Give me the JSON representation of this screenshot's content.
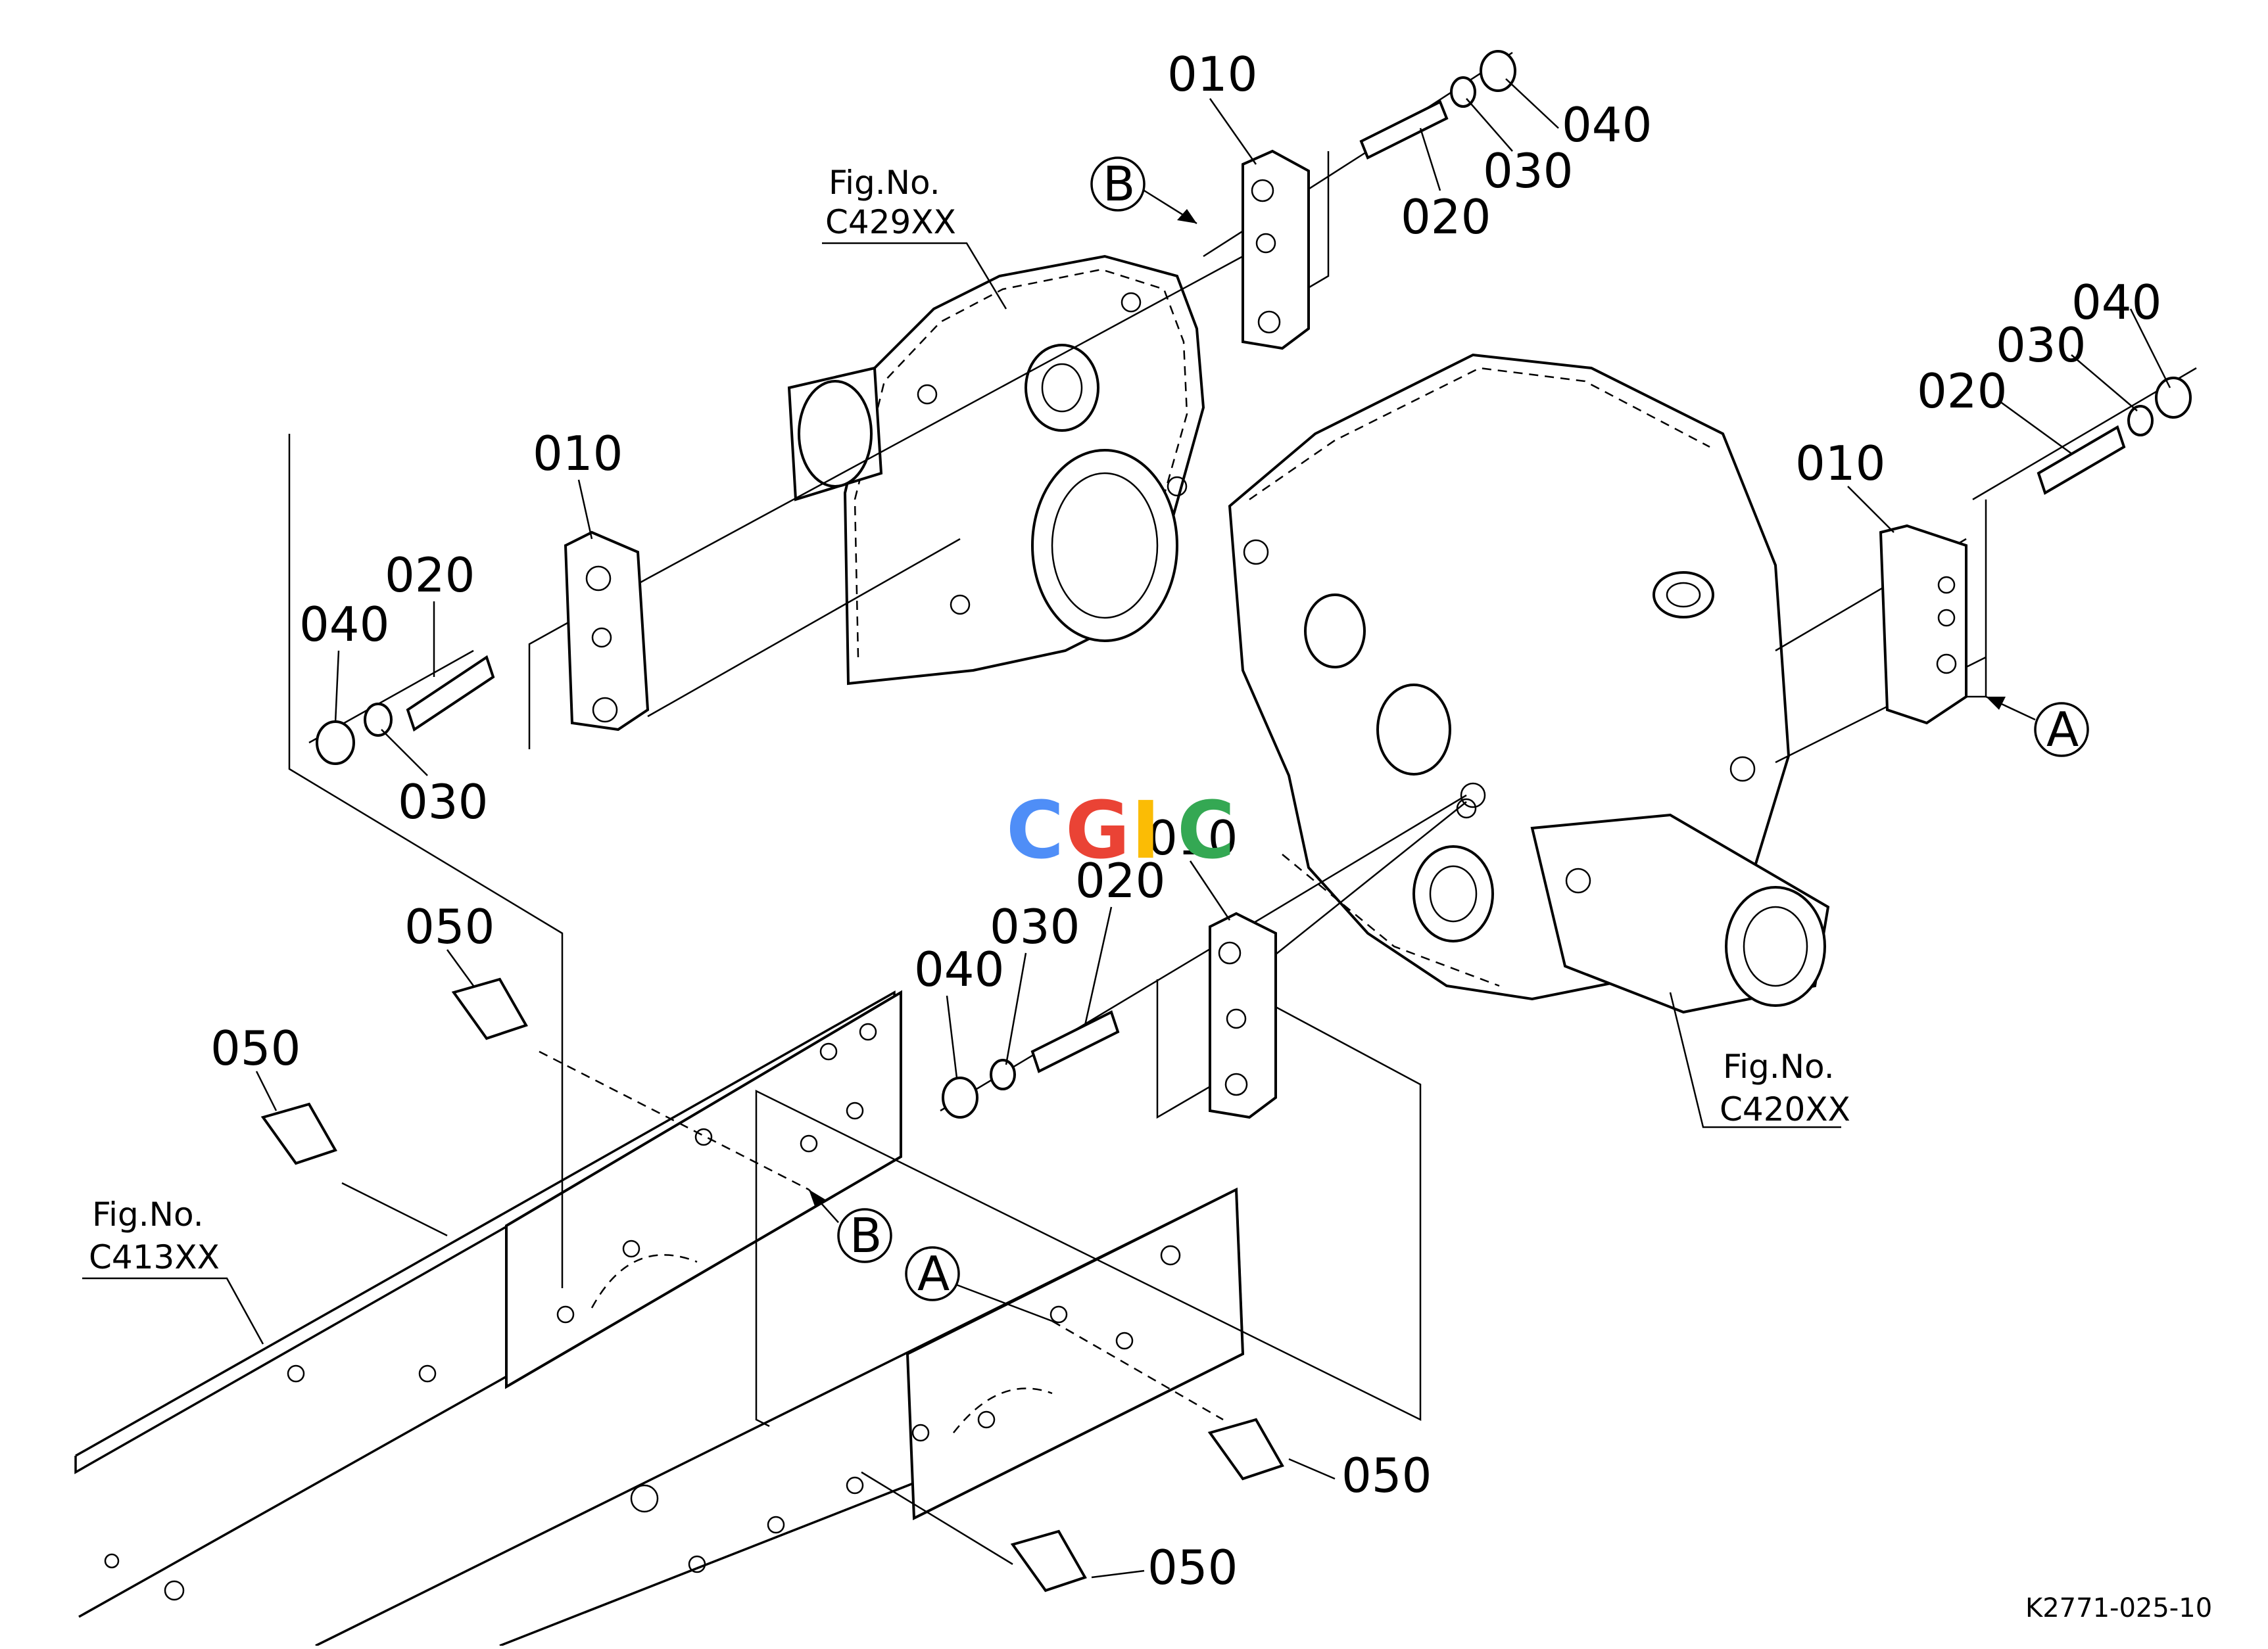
{
  "diagram": {
    "part_labels": {
      "top_bracket": {
        "p010": "010",
        "p020": "020",
        "p030": "030",
        "p040": "040"
      },
      "left_bracket": {
        "p010": "010",
        "p020": "020",
        "p030": "030",
        "p040": "040"
      },
      "right_bracket": {
        "p010": "010",
        "p020": "020",
        "p030": "030",
        "p040": "040"
      },
      "center_bracket": {
        "p010": "010",
        "p020": "020",
        "p030": "030",
        "p040": "040"
      },
      "bolts": [
        "050",
        "050",
        "050",
        "050"
      ]
    },
    "callouts": {
      "b_top": "B",
      "a_right": "A",
      "b_frame": "B",
      "a_frame": "A"
    },
    "figure_refs": [
      {
        "line1": "Fig.No.",
        "line2": "C429XX"
      },
      {
        "line1": "Fig.No.",
        "line2": "C420XX"
      },
      {
        "line1": "Fig.No.",
        "line2": "C413XX"
      }
    ],
    "drawing_code": "K2771-025-10",
    "watermark": {
      "letters": [
        "C",
        "G",
        "I",
        "C"
      ],
      "colors": [
        "#4f8ef7",
        "#ea4335",
        "#fbbc05",
        "#34a853"
      ]
    }
  }
}
